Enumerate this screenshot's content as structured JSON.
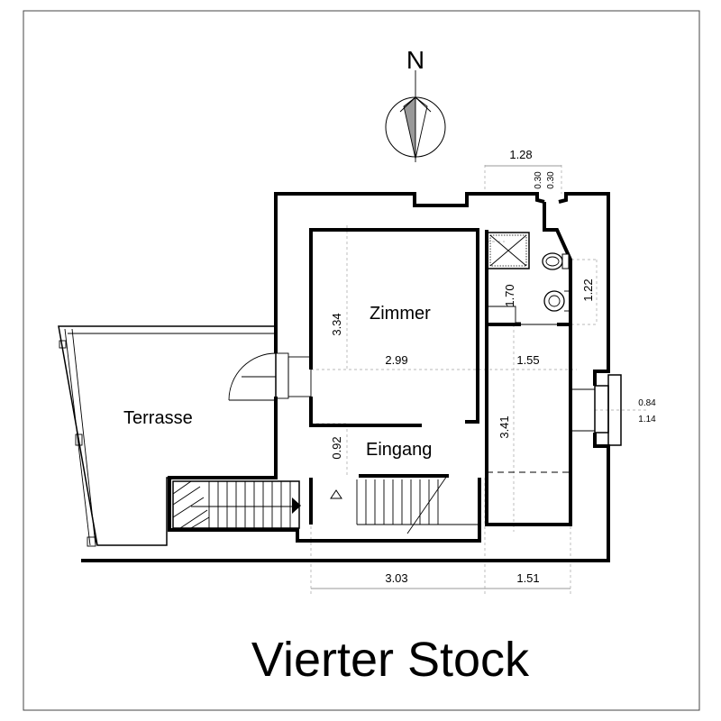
{
  "compass": {
    "label": "N"
  },
  "rooms": {
    "zimmer": "Zimmer",
    "terrasse": "Terrasse",
    "eingang": "Eingang"
  },
  "dimensions": {
    "top_width": "1.28",
    "top_a": "0.30",
    "top_b": "0.30",
    "bath_height": "1.70",
    "right_bath": "1.22",
    "zimmer_height": "3.34",
    "zimmer_width": "2.99",
    "hall_width": "1.55",
    "hall_height": "3.41",
    "right_a": "0.84",
    "right_b": "1.14",
    "eingang_height": "0.92",
    "bottom_left": "3.03",
    "bottom_right": "1.51"
  },
  "title": "Vierter Stock"
}
